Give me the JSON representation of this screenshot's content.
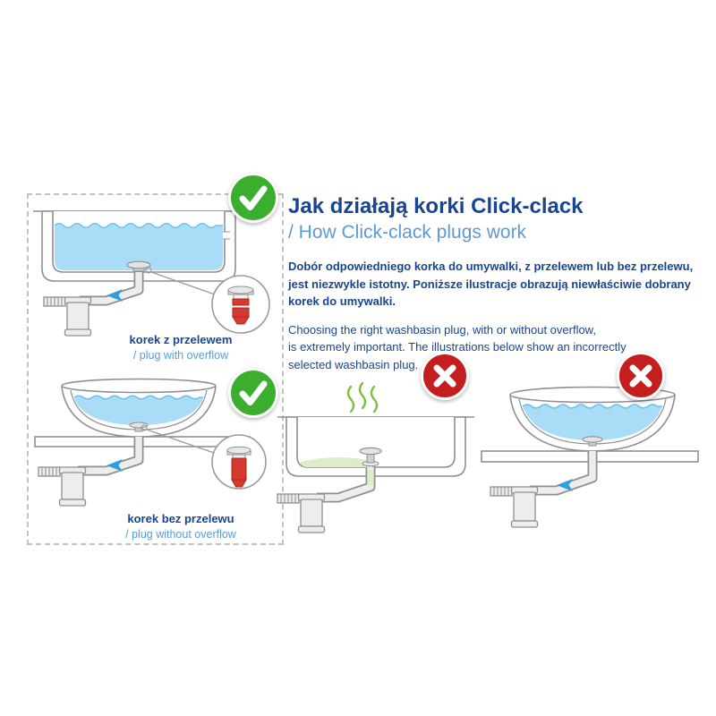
{
  "header": {
    "title": "Jak działają korki Click-clack",
    "subtitle": "/ How Click-clack plugs work"
  },
  "intro": {
    "paragraph_pl": "Dobór odpowiedniego korka do umywalki, z przelewem lub bez przelewu,\njest niezwykle istotny. Poniższe ilustracje obrazują niewłaściwie dobrany\nkorek do umywalki.",
    "paragraph_en": "Choosing the right washbasin plug, with or without overflow,\nis extremely important. The illustrations below show an incorrectly\nselected washbasin plug."
  },
  "correct_examples": [
    {
      "id": "basin-with-overflow",
      "label_pl": "korek z przelewem",
      "label_en": "/ plug with overflow",
      "status_icon": "check-icon"
    },
    {
      "id": "vessel-without-overflow",
      "label_pl": "korek bez przelewu",
      "label_en": "/ plug without overflow",
      "status_icon": "check-icon"
    }
  ],
  "incorrect_examples": [
    {
      "id": "built-in-basin-wrong-plug",
      "status_icon": "x-icon"
    },
    {
      "id": "vessel-basin-wrong-plug",
      "status_icon": "x-icon"
    }
  ],
  "colors": {
    "heading_blue": "#17458f",
    "accent_light_blue": "#5b9bd5",
    "correct_green": "#3cae2d",
    "incorrect_red": "#c41e1e",
    "water_blue": "#a9ddf7",
    "plug_red": "#d6392e",
    "odor_green": "#7fbf3f",
    "line_gray": "#8f8f8f"
  }
}
